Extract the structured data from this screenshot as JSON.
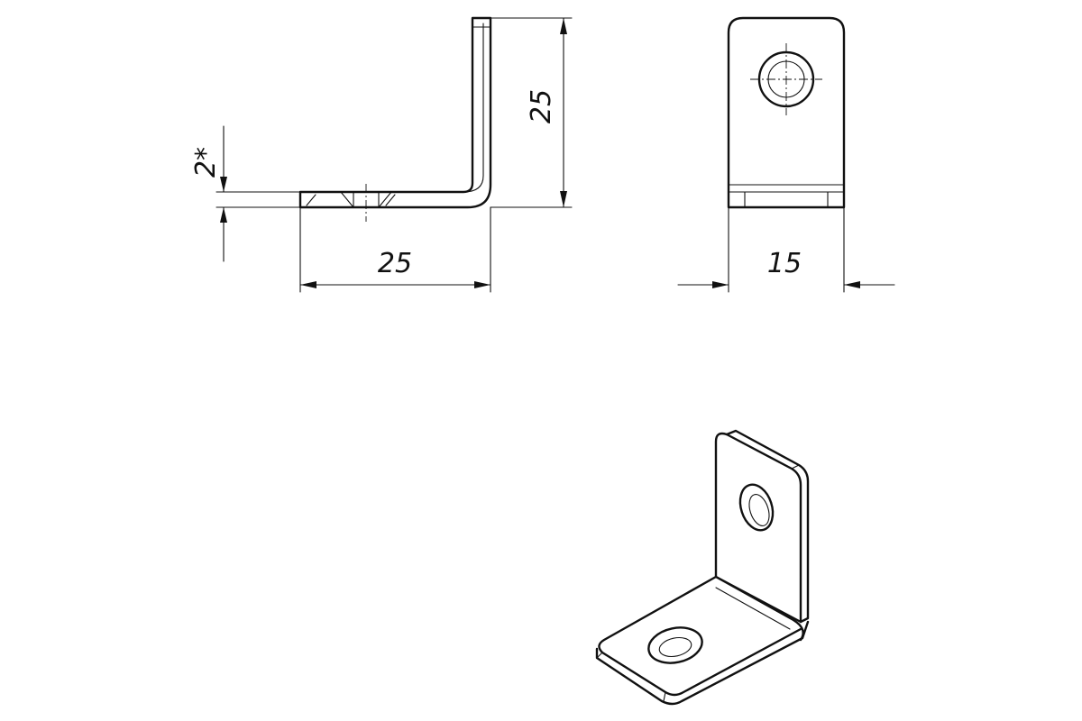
{
  "colors": {
    "line": "#111111",
    "background": "#ffffff"
  },
  "dimensions": {
    "side_width": "25",
    "side_height": "25",
    "thickness": "2*",
    "front_width": "15"
  }
}
